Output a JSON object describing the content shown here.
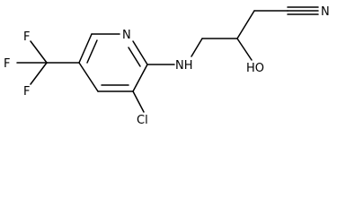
{
  "molecule": {
    "atoms": {
      "N_ring": "N",
      "NH": "NH",
      "N_nitrile": "N",
      "F_top": "F",
      "F_left": "F",
      "F_bottom": "F",
      "Cl": "Cl",
      "HO": "HO"
    }
  }
}
